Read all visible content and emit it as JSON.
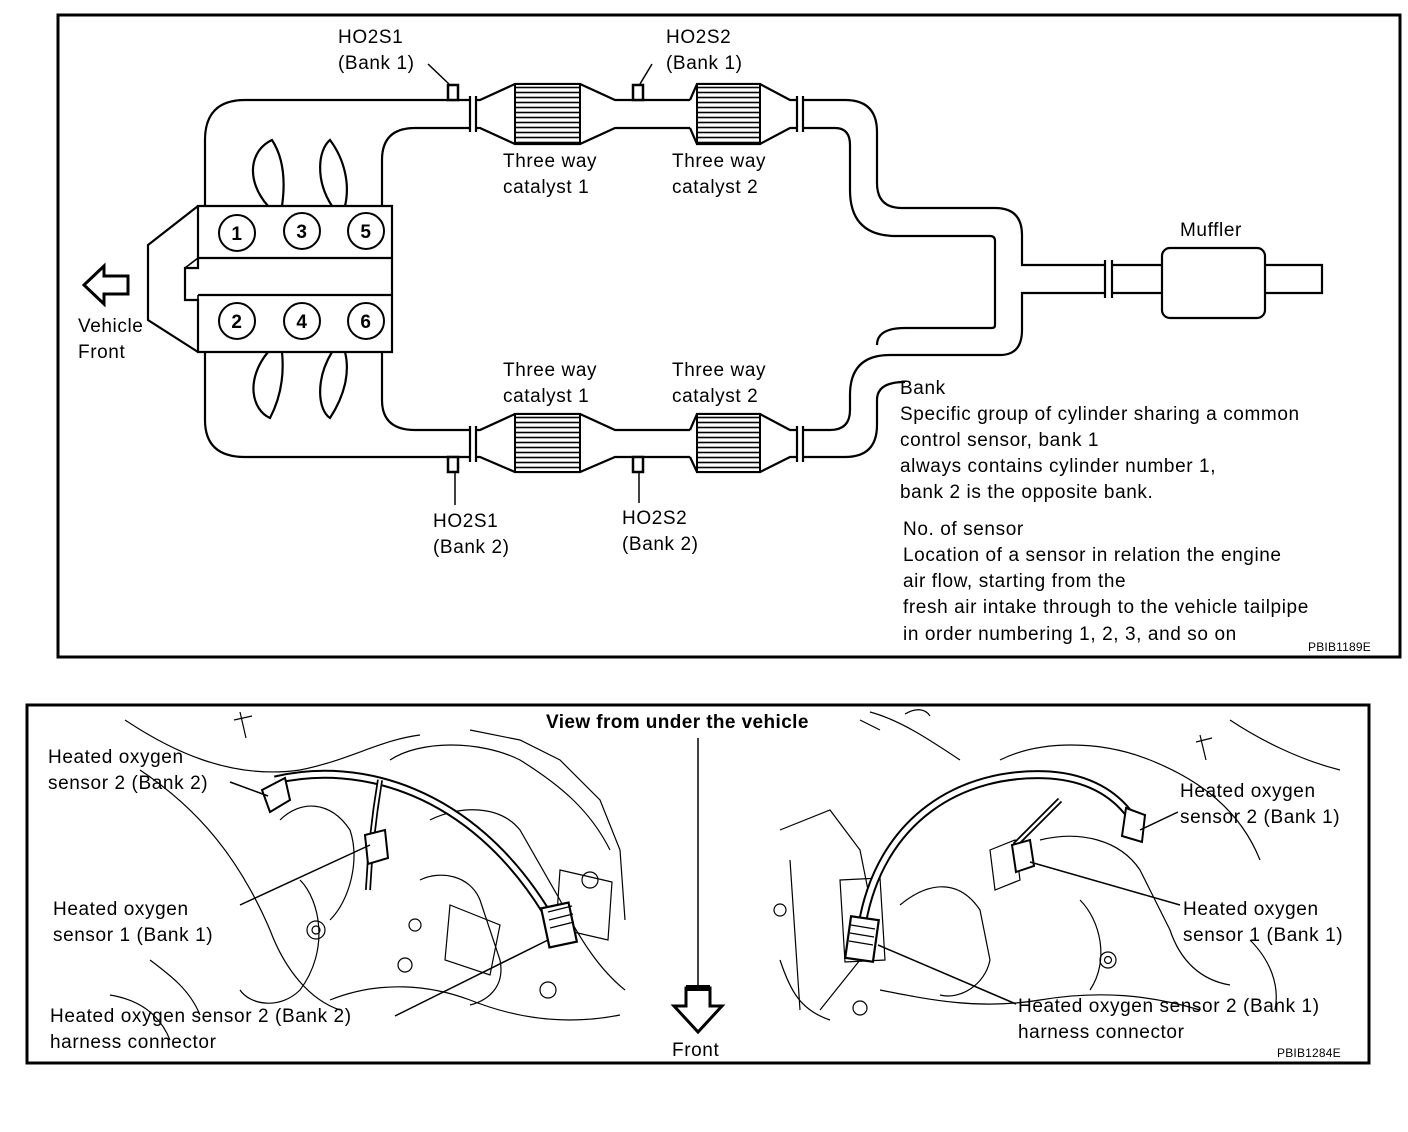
{
  "top_diagram": {
    "vehicle_front": [
      "Vehicle",
      "Front"
    ],
    "cylinders": [
      "1",
      "3",
      "5",
      "2",
      "4",
      "6"
    ],
    "sensors": {
      "ho2s1_bank1": [
        "HO2S1",
        "(Bank 1)"
      ],
      "ho2s2_bank1": [
        "HO2S2",
        "(Bank 1)"
      ],
      "ho2s1_bank2": [
        "HO2S1",
        "(Bank 2)"
      ],
      "ho2s2_bank2": [
        "HO2S2",
        "(Bank 2)"
      ]
    },
    "catalysts": {
      "upper_1": [
        "Three way",
        "catalyst 1"
      ],
      "upper_2": [
        "Three way",
        "catalyst 2"
      ],
      "lower_1": [
        "Three way",
        "catalyst 1"
      ],
      "lower_2": [
        "Three way",
        "catalyst 2"
      ]
    },
    "muffler": "Muffler",
    "bank_definition": [
      "Bank",
      "Specific group of cylinder sharing a common",
      "control sensor, bank 1",
      "always contains cylinder number 1,",
      "bank 2 is the opposite bank."
    ],
    "sensor_number_definition": [
      "No. of sensor",
      "Location of a sensor in relation the engine",
      "air flow, starting from the",
      "fresh air intake through to the vehicle tailpipe",
      "in order numbering 1, 2, 3, and so on"
    ],
    "code": "PBIB1189E"
  },
  "bottom_diagram": {
    "title": "View from under the vehicle",
    "front_label": "Front",
    "left_callouts": {
      "ho2s2_bank2": [
        "Heated oxygen",
        "sensor 2 (Bank 2)"
      ],
      "ho2s1_bank1": [
        "Heated oxygen",
        "sensor 1 (Bank 1)"
      ],
      "ho2s2_bank2_connector": [
        "Heated oxygen sensor 2 (Bank 2)",
        "harness connector"
      ]
    },
    "right_callouts": {
      "ho2s2_bank1": [
        "Heated oxygen",
        "sensor 2 (Bank 1)"
      ],
      "ho2s1_bank1": [
        "Heated oxygen",
        "sensor 1 (Bank 1)"
      ],
      "ho2s2_bank1_connector": [
        "Heated oxygen sensor 2 (Bank 1)",
        "harness connector"
      ]
    },
    "code": "PBIB1284E"
  }
}
